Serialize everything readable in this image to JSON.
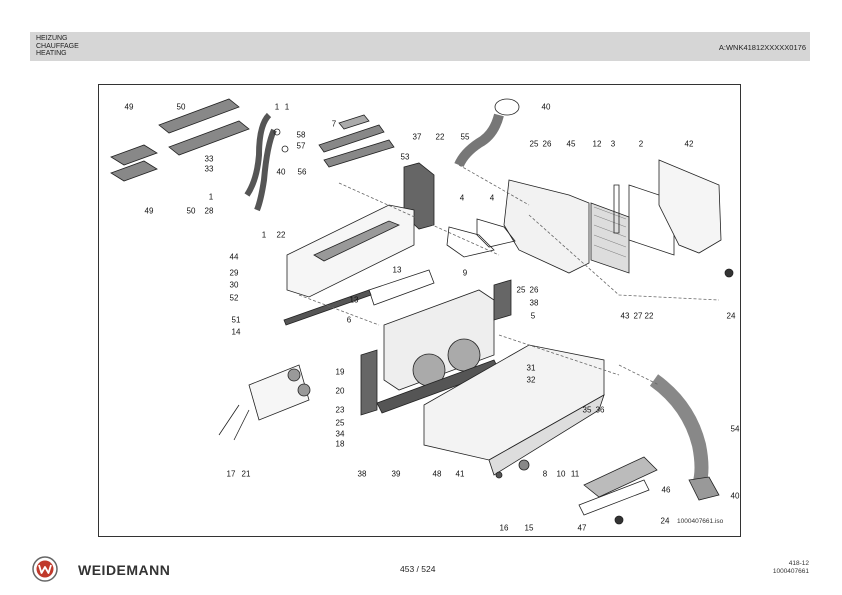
{
  "header": {
    "title_de": "HEIZUNG",
    "title_fr": "CHAUFFAGE",
    "title_en": "HEATING",
    "model_code": "A:WNK41812XXXXX0176"
  },
  "figure": {
    "image_ref": "1000407661.iso",
    "callouts": [
      {
        "id": "c49a",
        "text": "49"
      },
      {
        "id": "c50a",
        "text": "50"
      },
      {
        "id": "c1a",
        "text": "1"
      },
      {
        "id": "c1b",
        "text": "1"
      },
      {
        "id": "c7",
        "text": "7"
      },
      {
        "id": "c58",
        "text": "58"
      },
      {
        "id": "c57",
        "text": "57"
      },
      {
        "id": "c53",
        "text": "53"
      },
      {
        "id": "c37",
        "text": "37"
      },
      {
        "id": "c22a",
        "text": "22"
      },
      {
        "id": "c55",
        "text": "55"
      },
      {
        "id": "c40a",
        "text": "40"
      },
      {
        "id": "c25a",
        "text": "25"
      },
      {
        "id": "c26a",
        "text": "26"
      },
      {
        "id": "c45",
        "text": "45"
      },
      {
        "id": "c12",
        "text": "12"
      },
      {
        "id": "c3",
        "text": "3"
      },
      {
        "id": "c2",
        "text": "2"
      },
      {
        "id": "c42",
        "text": "42"
      },
      {
        "id": "c33a",
        "text": "33"
      },
      {
        "id": "c33b",
        "text": "33"
      },
      {
        "id": "c40b",
        "text": "40"
      },
      {
        "id": "c56",
        "text": "56"
      },
      {
        "id": "c1c",
        "text": "1"
      },
      {
        "id": "c28",
        "text": "28"
      },
      {
        "id": "c49b",
        "text": "49"
      },
      {
        "id": "c50b",
        "text": "50"
      },
      {
        "id": "c1d",
        "text": "1"
      },
      {
        "id": "c22b",
        "text": "22"
      },
      {
        "id": "c4a",
        "text": "4"
      },
      {
        "id": "c4b",
        "text": "4"
      },
      {
        "id": "c44",
        "text": "44"
      },
      {
        "id": "c29",
        "text": "29"
      },
      {
        "id": "c30",
        "text": "30"
      },
      {
        "id": "c52",
        "text": "52"
      },
      {
        "id": "c13a",
        "text": "13"
      },
      {
        "id": "c13b",
        "text": "13"
      },
      {
        "id": "c9",
        "text": "9"
      },
      {
        "id": "c25b",
        "text": "25"
      },
      {
        "id": "c26b",
        "text": "26"
      },
      {
        "id": "c38a",
        "text": "38"
      },
      {
        "id": "c24a",
        "text": "24"
      },
      {
        "id": "c51",
        "text": "51"
      },
      {
        "id": "c6",
        "text": "6"
      },
      {
        "id": "c14",
        "text": "14"
      },
      {
        "id": "c5",
        "text": "5"
      },
      {
        "id": "c43",
        "text": "43"
      },
      {
        "id": "c27",
        "text": "27"
      },
      {
        "id": "c22c",
        "text": "22"
      },
      {
        "id": "c19",
        "text": "19"
      },
      {
        "id": "c31",
        "text": "31"
      },
      {
        "id": "c32",
        "text": "32"
      },
      {
        "id": "c20",
        "text": "20"
      },
      {
        "id": "c23",
        "text": "23"
      },
      {
        "id": "c25c",
        "text": "25"
      },
      {
        "id": "c34",
        "text": "34"
      },
      {
        "id": "c18",
        "text": "18"
      },
      {
        "id": "c35",
        "text": "35"
      },
      {
        "id": "c36",
        "text": "36"
      },
      {
        "id": "c54",
        "text": "54"
      },
      {
        "id": "c17",
        "text": "17"
      },
      {
        "id": "c21",
        "text": "21"
      },
      {
        "id": "c38b",
        "text": "38"
      },
      {
        "id": "c39",
        "text": "39"
      },
      {
        "id": "c48",
        "text": "48"
      },
      {
        "id": "c41",
        "text": "41"
      },
      {
        "id": "c8",
        "text": "8"
      },
      {
        "id": "c10",
        "text": "10"
      },
      {
        "id": "c11",
        "text": "11"
      },
      {
        "id": "c46",
        "text": "46"
      },
      {
        "id": "c40c",
        "text": "40"
      },
      {
        "id": "c16",
        "text": "16"
      },
      {
        "id": "c15",
        "text": "15"
      },
      {
        "id": "c47",
        "text": "47"
      },
      {
        "id": "c24b",
        "text": "24"
      }
    ]
  },
  "footer": {
    "brand": "WEIDEMANN",
    "page": "453 / 524",
    "doc_ref_line1": "418-12",
    "doc_ref_line2": "1000407661"
  }
}
